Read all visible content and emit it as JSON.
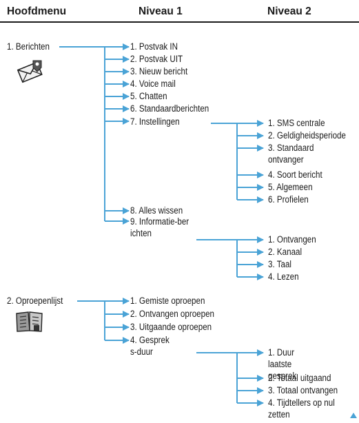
{
  "headers": {
    "main": "Hoofdmenu",
    "level1": "Niveau 1",
    "level2": "Niveau 2"
  },
  "menu": [
    {
      "label": "1. Berichten",
      "icon": "envelope-icon",
      "items": [
        {
          "label": "1. Postvak IN"
        },
        {
          "label": "2. Postvak UIT"
        },
        {
          "label": "3. Nieuw bericht"
        },
        {
          "label": "4. Voice mail"
        },
        {
          "label": "5. Chatten"
        },
        {
          "label": "6. Standaardberichten"
        },
        {
          "label": "7. Instellingen",
          "sub": [
            "1. SMS centrale",
            "2. Geldigheidsperiode",
            "3. Standaard ontvanger",
            "4. Soort bericht",
            "5. Algemeen",
            "6. Profielen"
          ]
        },
        {
          "label": "8. Alles wissen"
        },
        {
          "label": "9. Informatie-berichten",
          "sub": [
            "1. Ontvangen",
            "2. Kanaal",
            "3. Taal",
            "4. Lezen"
          ]
        }
      ]
    },
    {
      "label": "2. Oproepenlijst",
      "icon": "call-log-book-icon",
      "items": [
        {
          "label": "1. Gemiste oproepen"
        },
        {
          "label": "2. Ontvangen oproepen"
        },
        {
          "label": "3. Uitgaande oproepen"
        },
        {
          "label": "4. Gespreks-duur",
          "sub": [
            "1. Duur laatste gesprek",
            "2. Totaal uitgaand",
            "3. Totaal ontvangen",
            "4. Tijdtellers op nul zetten"
          ]
        }
      ]
    }
  ],
  "colors": {
    "connector": "#4aa3d6",
    "text": "#1a1a1a",
    "rule": "#1a1a1a"
  },
  "decorations": {
    "corner_marker": "triangle-up-icon"
  }
}
